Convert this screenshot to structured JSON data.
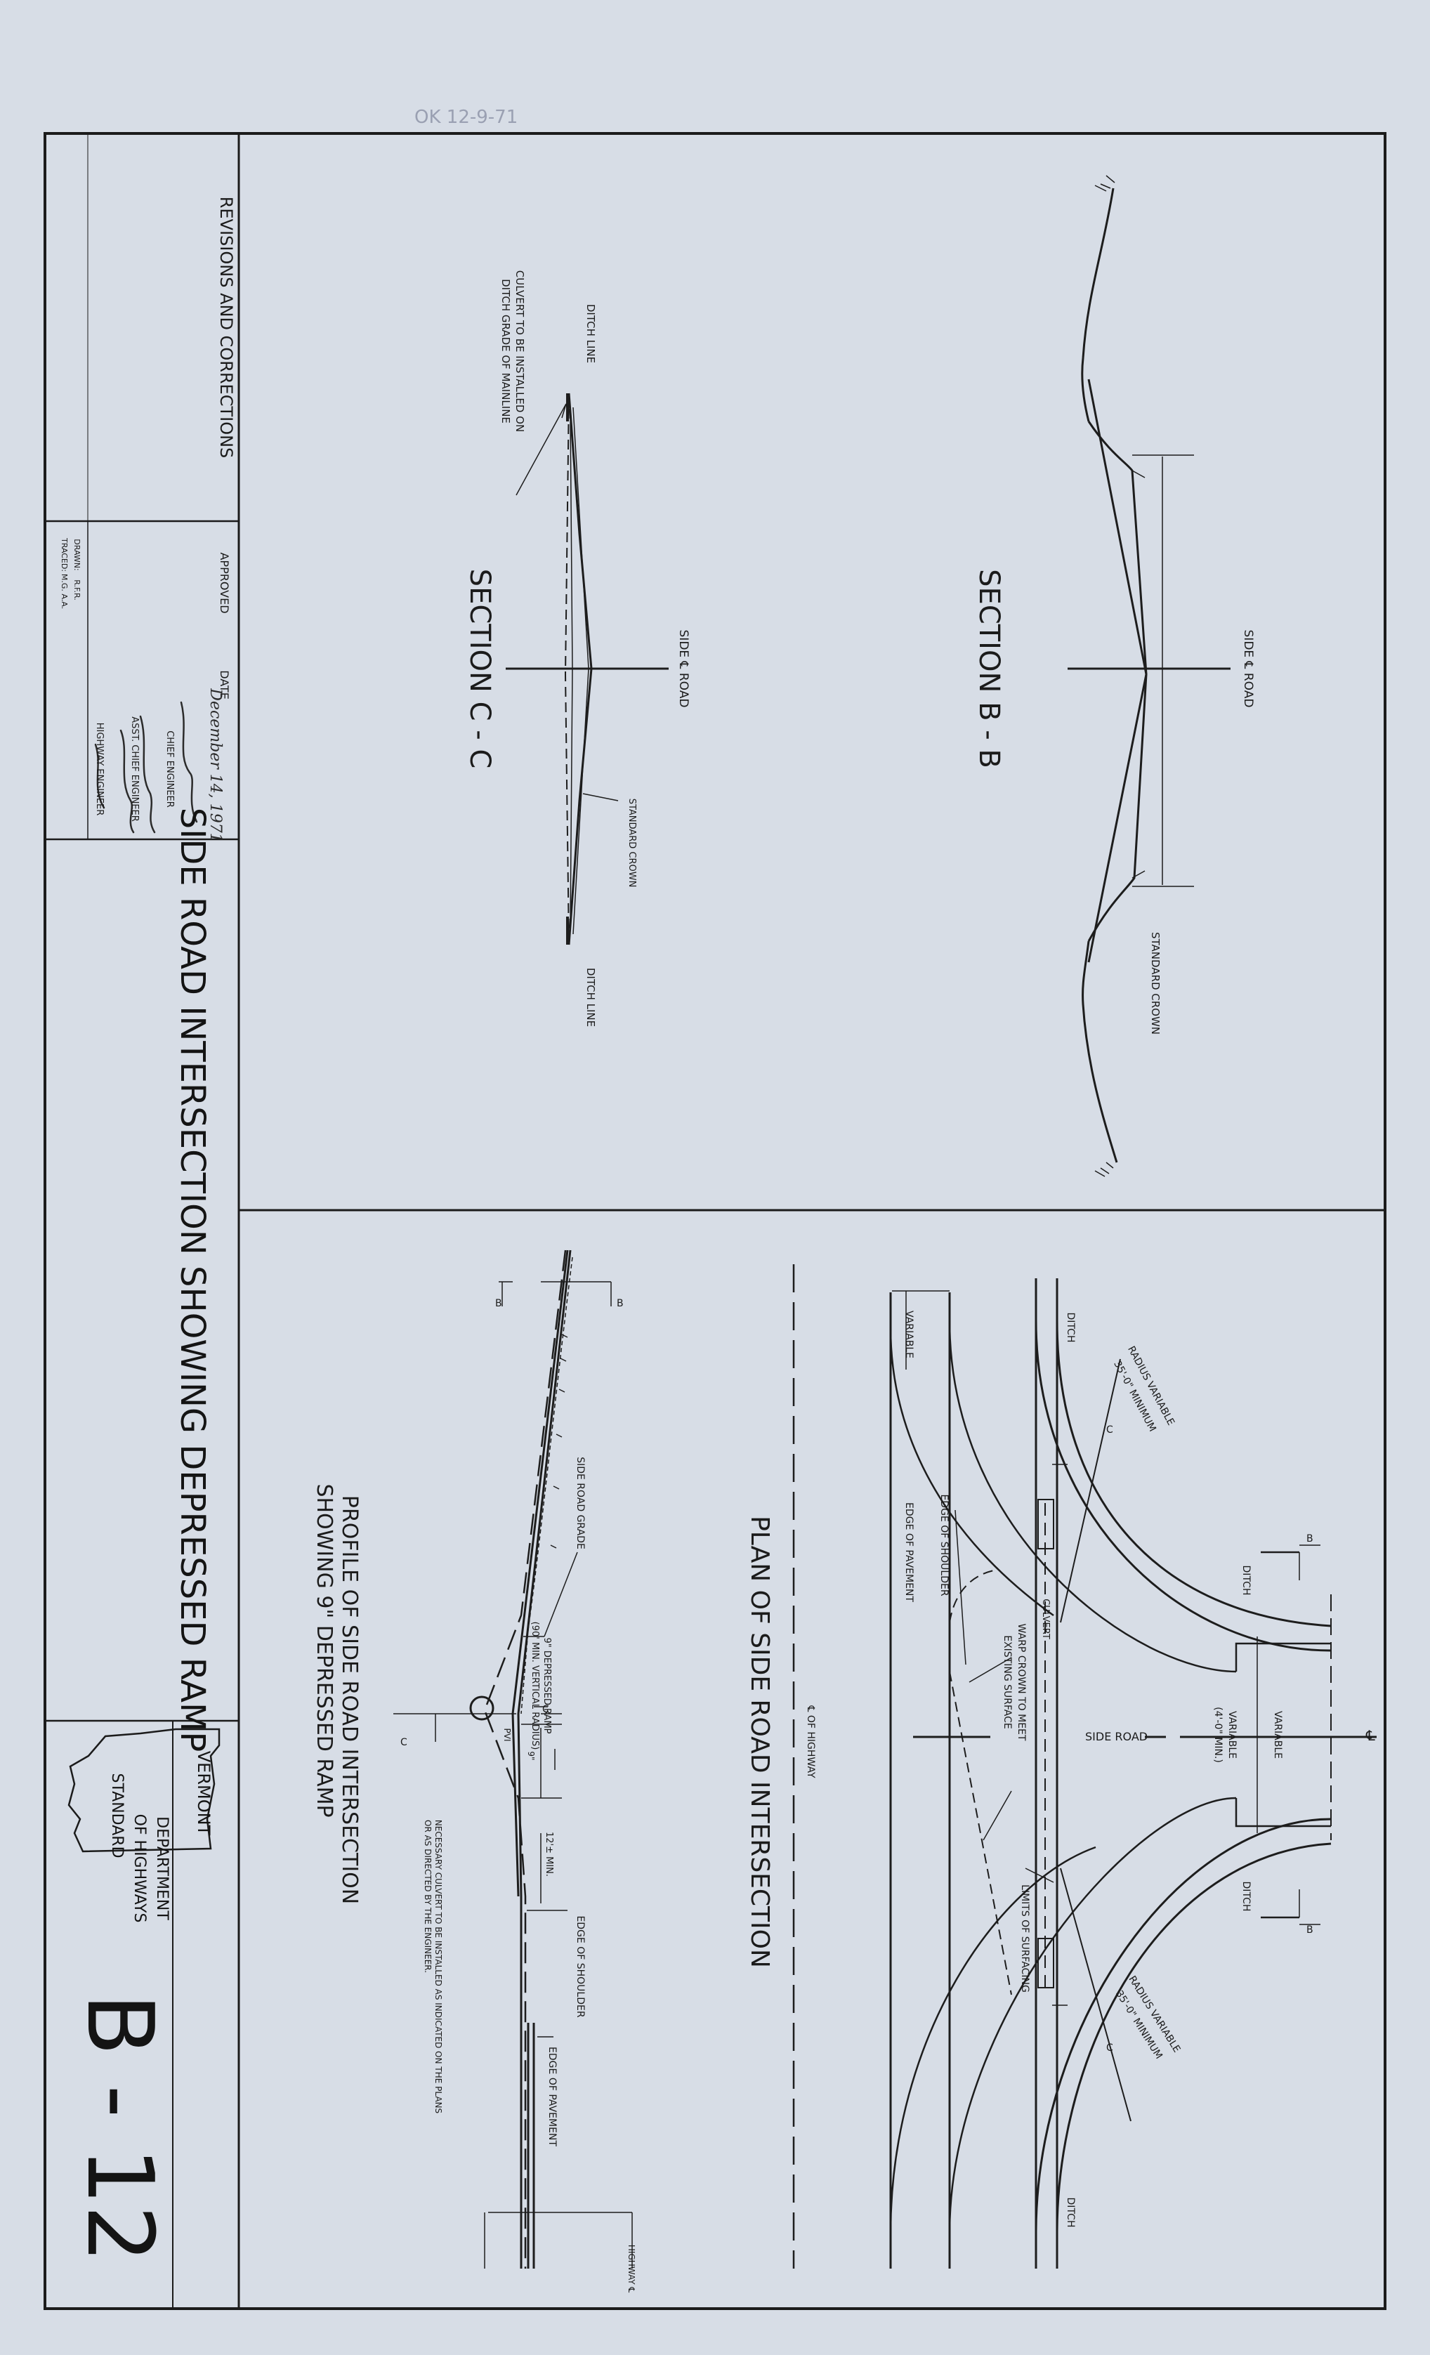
{
  "header": {
    "ok_note": "OK 12-9-71"
  },
  "title_block": {
    "revisions_label": "REVISIONS AND CORRECTIONS",
    "approved_label": "APPROVED",
    "date_label": "DATE",
    "date_value": "December 14, 1971",
    "chief_engineer_label": "CHIEF ENGINEER",
    "asst_chief_engineer_label": "ASST. CHIEF ENGINEER",
    "highway_engineer_label": "HIGHWAY ENGINEER",
    "drawn_label": "DRAWN:",
    "drawn_value": "R.F.R.",
    "traced_label": "TRACED:",
    "traced_value": "M.G. A.A.",
    "sheet_title": "SIDE ROAD INTERSECTION SHOWING DEPRESSED RAMP",
    "agency_state": "VERMONT",
    "agency_dept": "DEPARTMENT",
    "agency_of": "OF HIGHWAYS",
    "agency_standard": "STANDARD",
    "sheet_number": "B - 12"
  },
  "section_bb": {
    "title": "SECTION B - B",
    "side_road_cl": "SIDE ℄ ROAD",
    "standard_crown": "STANDARD CROWN"
  },
  "section_cc": {
    "title": "SECTION C - C",
    "side_road_cl": "SIDE ℄ ROAD",
    "ditch_line_top": "DITCH LINE",
    "ditch_line_bottom": "DITCH LINE",
    "culvert_note_1": "CULVERT TO BE INSTALLED ON",
    "culvert_note_2": "DITCH GRADE OF MAINLINE",
    "standard_crown": "STANDARD CROWN"
  },
  "plan": {
    "title": "PLAN OF SIDE ROAD INTERSECTION",
    "highway_cl": "℄ OF HIGHWAY",
    "variable_left": "VARIABLE",
    "edge_of_pavement": "EDGE OF PAVEMENT",
    "edge_of_shoulder": "EDGE OF SHOULDER",
    "ditch_left": "DITCH",
    "ditch_right": "DITCH",
    "ditch_top": "DITCH",
    "ditch_bottom": "DITCH",
    "radius_top_1": "RADIUS VARIABLE",
    "radius_top_2": "35'-0\" MINIMUM",
    "radius_bottom_1": "RADIUS VARIABLE",
    "radius_bottom_2": "35'-0\" MINIMUM",
    "culvert": "CULVERT",
    "warp_1": "WARP CROWN TO MEET",
    "warp_2": "EXISTING SURFACE",
    "side_road": "SIDE ROAD",
    "variable_min_1": "VARIABLE",
    "variable_min_2": "(4'-0\" MIN.)",
    "variable_right": "VARIABLE",
    "limits_of_surfacing": "LIMITS OF SURFACING",
    "side_road_cl_mark": "℄",
    "label_b": "B",
    "label_c": "C"
  },
  "profile": {
    "title_1": "PROFILE OF SIDE ROAD INTERSECTION",
    "title_2": "SHOWING 9\" DEPRESSED RAMP",
    "side_road_grade": "SIDE ROAD GRADE",
    "depressed_ramp_1": "9\" DEPRESSED RAMP",
    "depressed_ramp_2": "(90' MIN. VERTICAL RADIUS)",
    "pvi": "PVI",
    "nine_in": "9\"",
    "twelve_min": "12'± MIN.",
    "edge_of_shoulder": "EDGE OF SHOULDER",
    "edge_of_pavement": "EDGE OF PAVEMENT",
    "culvert_note_1": "NECESSARY CULVERT TO BE INSTALLED AS INDICATED ON THE PLANS",
    "culvert_note_2": "OR AS DIRECTED BY THE ENGINEER.",
    "highway_cl": "HIGHWAY ℄",
    "label_b": "B",
    "label_c": "C"
  }
}
